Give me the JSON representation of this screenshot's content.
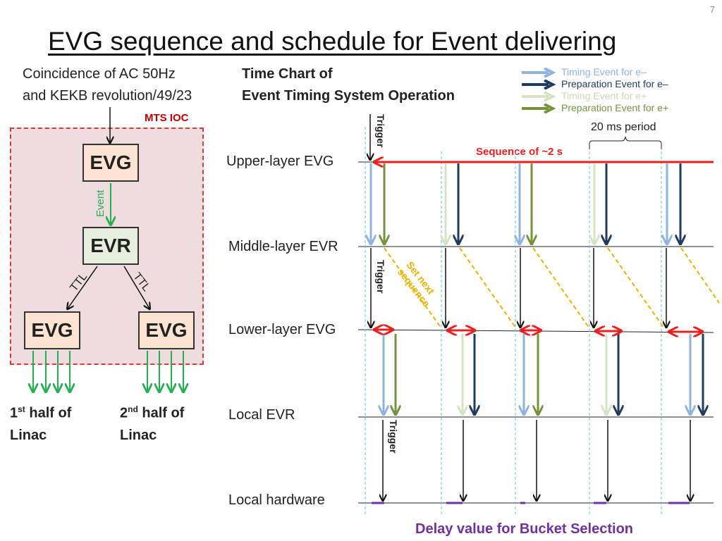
{
  "page_number": "7",
  "title": "EVG sequence and schedule for Event delivering",
  "subtitle_left": [
    "Coincidence of AC 50Hz",
    "and KEKB revolution/49/23"
  ],
  "subtitle_right": [
    "Time Chart of",
    "Event Timing System Operation"
  ],
  "legend": [
    {
      "label": "Timing Event for e–",
      "color": "#8fb3df"
    },
    {
      "label": "Preparation Event for e–",
      "color": "#1f3b5e"
    },
    {
      "label": "Timing Event for e+",
      "color": "#d6e2c4"
    },
    {
      "label": "Preparation Event for e+",
      "color": "#76933c"
    }
  ],
  "hierarchy": {
    "ioc_label": "MTS IOC",
    "top_node": "EVG",
    "event_label": "Event",
    "middle_node": "EVR",
    "ttl_left": "TTL",
    "ttl_right": "TTL",
    "left_node": "EVG",
    "right_node": "EVG",
    "left_caption": {
      "num": "1",
      "sup": "st",
      "rest": " half of",
      "line2": "Linac"
    },
    "right_caption": {
      "num": "2",
      "sup": "nd",
      "rest": " half of",
      "line2": "Linac"
    }
  },
  "timechart": {
    "layers": [
      "Upper-layer EVG",
      "Middle-layer EVR",
      "Lower-layer EVG",
      "Local EVR",
      "Local hardware"
    ],
    "period_label": "20 ms period",
    "sequence_label": "Sequence of ~2 s",
    "set_next_label": [
      "Set next",
      "sequence"
    ],
    "trigger_label": "Trigger",
    "delay_label": "Delay value for Bucket Selection"
  },
  "colors": {
    "red": "#e8201f",
    "yellow": "#e7b500",
    "cyan_dashed": "#5bc2e7",
    "purple": "#7030a0",
    "dark_red_text": "#c00000",
    "event_green": "#22b14c"
  }
}
